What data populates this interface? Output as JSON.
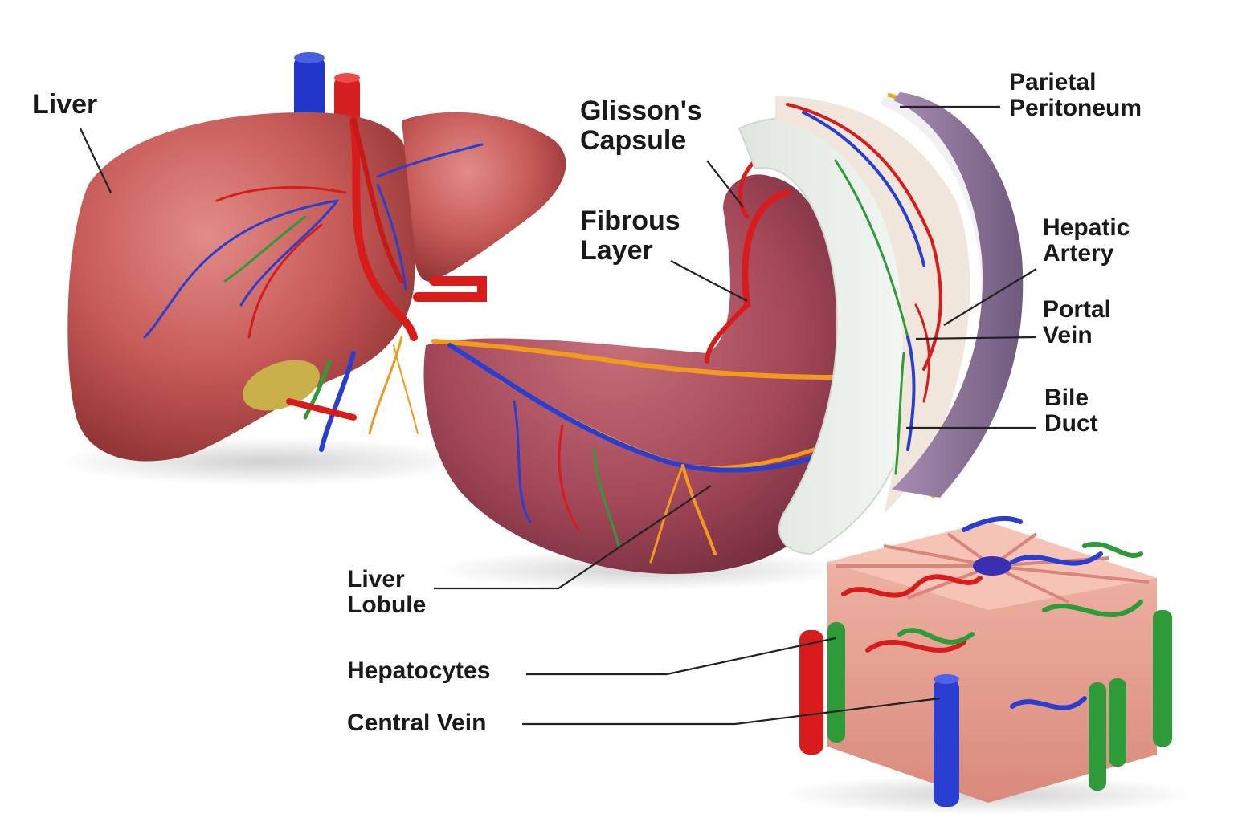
{
  "labels": {
    "liver": "Liver",
    "glissons_capsule": [
      "Glisson's",
      "Capsule"
    ],
    "fibrous_layer": [
      "Fibrous",
      "Layer"
    ],
    "parietal_peritoneum": [
      "Parietal",
      "Peritoneum"
    ],
    "hepatic_artery": [
      "Hepatic",
      "Artery"
    ],
    "portal_vein": [
      "Portal",
      "Vein"
    ],
    "bile_duct": [
      "Bile",
      "Duct"
    ],
    "liver_lobule": [
      "Liver",
      "Lobule"
    ],
    "hepatocytes": "Hepatocytes",
    "central_vein": "Central Vein"
  },
  "colors": {
    "liver_tissue": "#c2504f",
    "liver_highlight": "#e08a86",
    "artery": "#d81c1c",
    "vein": "#2a3fd0",
    "bile_duct": "#2e9a3a",
    "nerve": "#f29a1e",
    "capsule": "#e6ece6",
    "peritoneum": "#8a6f95",
    "hepatocyte": "#eaa99a",
    "leader_line": "#222222"
  }
}
